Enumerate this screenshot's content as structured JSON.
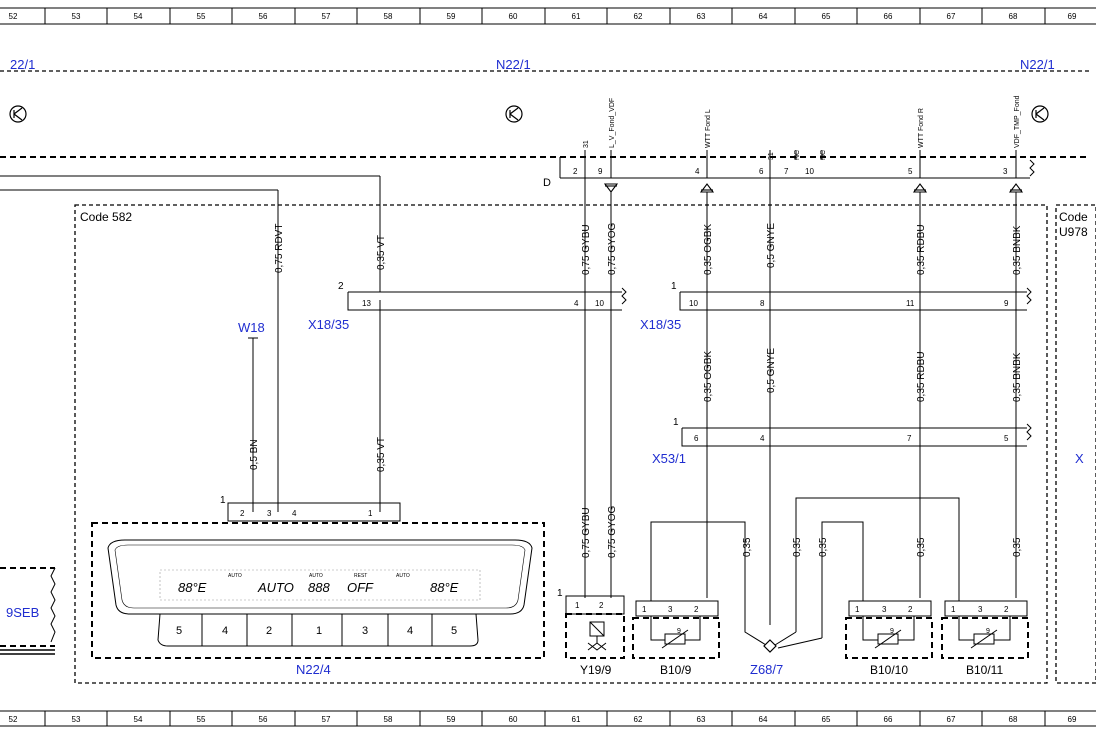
{
  "grid": {
    "columns": [
      "52",
      "53",
      "54",
      "55",
      "56",
      "57",
      "58",
      "59",
      "60",
      "61",
      "62",
      "63",
      "64",
      "65",
      "66",
      "67",
      "68",
      "69"
    ]
  },
  "bus": {
    "left": "22/1",
    "center": "N22/1",
    "right": "N22/1",
    "row_letter": "D"
  },
  "header_pins": [
    {
      "num": "2",
      "sig": "31"
    },
    {
      "num": "9",
      "sig": "L_V_Fond_VDF"
    },
    {
      "num": "4",
      "sig": "WTT Fond L"
    },
    {
      "num": "6",
      "sig": "31"
    },
    {
      "num": "7",
      "sig": "NC"
    },
    {
      "num": "10",
      "sig": "NC"
    },
    {
      "num": "5",
      "sig": "WTT Fond R"
    },
    {
      "num": "3",
      "sig": "VDF_TMP_Fond"
    }
  ],
  "code_labels": {
    "main": "Code 582",
    "right": "Code",
    "right_sub": "U978"
  },
  "wire_labels": {
    "w1": "0,75 RDVT",
    "w2": "0,35 VT",
    "w3": "0,75 GYBU",
    "w4": "0,75 GYOG",
    "w5": "0,35 OGBK",
    "w6": "0,5 GNYE",
    "w7": "0,35 RDBU",
    "w8": "0,35 BNBK",
    "w9": "0,5 BN",
    "w10": "0,35 VT",
    "w11": "0,35 OGBK",
    "w12": "0,5 GNYE",
    "w13": "0,35 RDBU",
    "w14": "0,35 BNBK",
    "w15": "0,75 GYBU",
    "w16": "0,75 GYOG",
    "w17": "0,35",
    "w18": "0,35",
    "w19": "0,35",
    "w20": "0,35",
    "w21": "0,35"
  },
  "connectors": {
    "x18_left": "X18/35",
    "x18_right": "X18/35",
    "w18": "W18",
    "x53": "X53/1",
    "x_right": "X",
    "seb": "9SEB"
  },
  "pins": {
    "c1_first": "2",
    "c1_13": "13",
    "c1_4": "4",
    "c1_10": "10",
    "c2_first": "1",
    "c2_10": "10",
    "c2_8": "8",
    "c2_11": "11",
    "c2_9": "9",
    "c3_first": "1",
    "c3_6": "6",
    "c3_4": "4",
    "c3_7": "7",
    "c3_5": "5",
    "n224_first": "1",
    "n224_2": "2",
    "n224_3": "3",
    "n224_4": "4",
    "n224_1": "1",
    "y_first": "1",
    "y_1": "1",
    "y_2": "2",
    "b_1": "1",
    "b_3": "3",
    "b_2": "2",
    "b_t": "9"
  },
  "components": {
    "n22_4": "N22/4",
    "y19_9": "Y19/9",
    "b10_9": "B10/9",
    "z68_7": "Z68/7",
    "b10_10": "B10/10",
    "b10_11": "B10/11"
  },
  "panel": {
    "display": [
      "88°E",
      "AUTO",
      "888",
      "OFF",
      "88°E"
    ],
    "small": [
      "AUTO",
      "AUTO",
      "REST",
      "AUTO"
    ],
    "buttons": [
      "5",
      "4",
      "2",
      "1",
      "3",
      "4",
      "5"
    ]
  }
}
